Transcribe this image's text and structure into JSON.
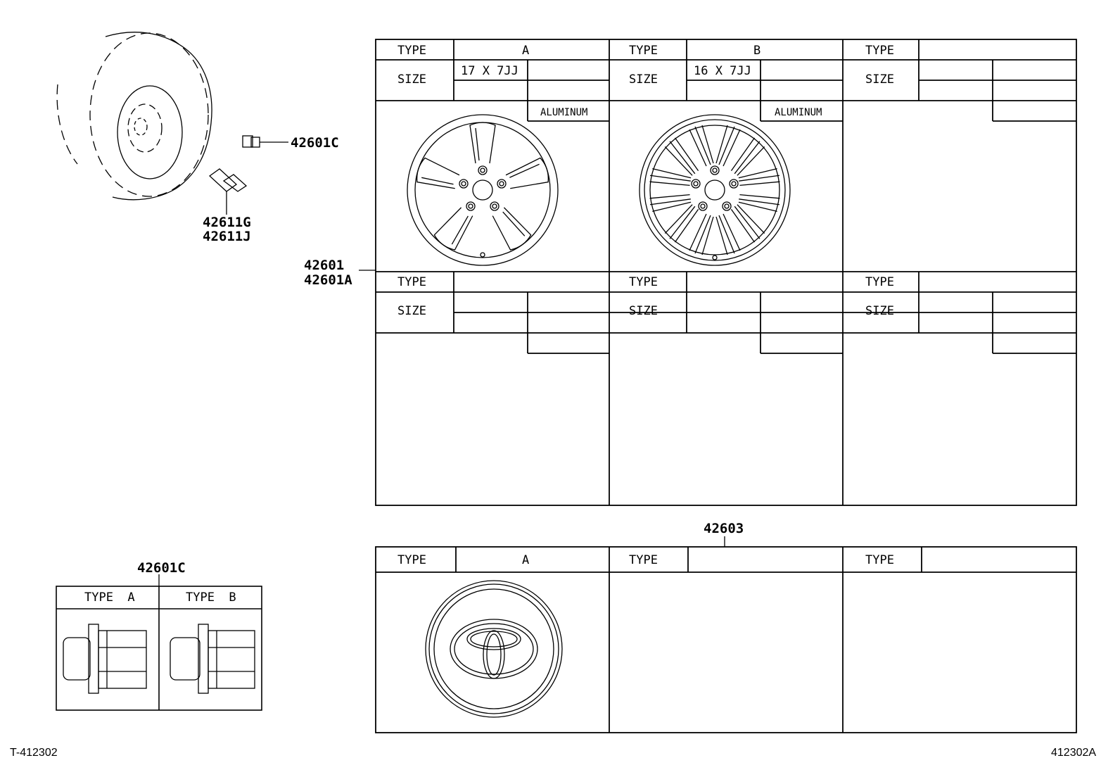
{
  "callouts": {
    "c42601c_top": "42601C",
    "c42611g": "42611G",
    "c42611j": "42611J",
    "c42601": "42601",
    "c42601a": "42601A",
    "c42603": "42603",
    "c42601c_nut": "42601C"
  },
  "wheel_table": {
    "type_label": "TYPE",
    "size_label": "SIZE",
    "col_a": {
      "type": "A",
      "size": "17 X 7JJ",
      "material": "ALUMINUM"
    },
    "col_b": {
      "type": "B",
      "size": "16 X 7JJ",
      "material": "ALUMINUM"
    }
  },
  "cap_table": {
    "type_label": "TYPE",
    "col_a": {
      "type": "A"
    }
  },
  "nut_table": {
    "type_a": "TYPE  A",
    "type_b": "TYPE  B"
  },
  "footer": {
    "left_code": "T-412302",
    "right_code": "412302A"
  }
}
